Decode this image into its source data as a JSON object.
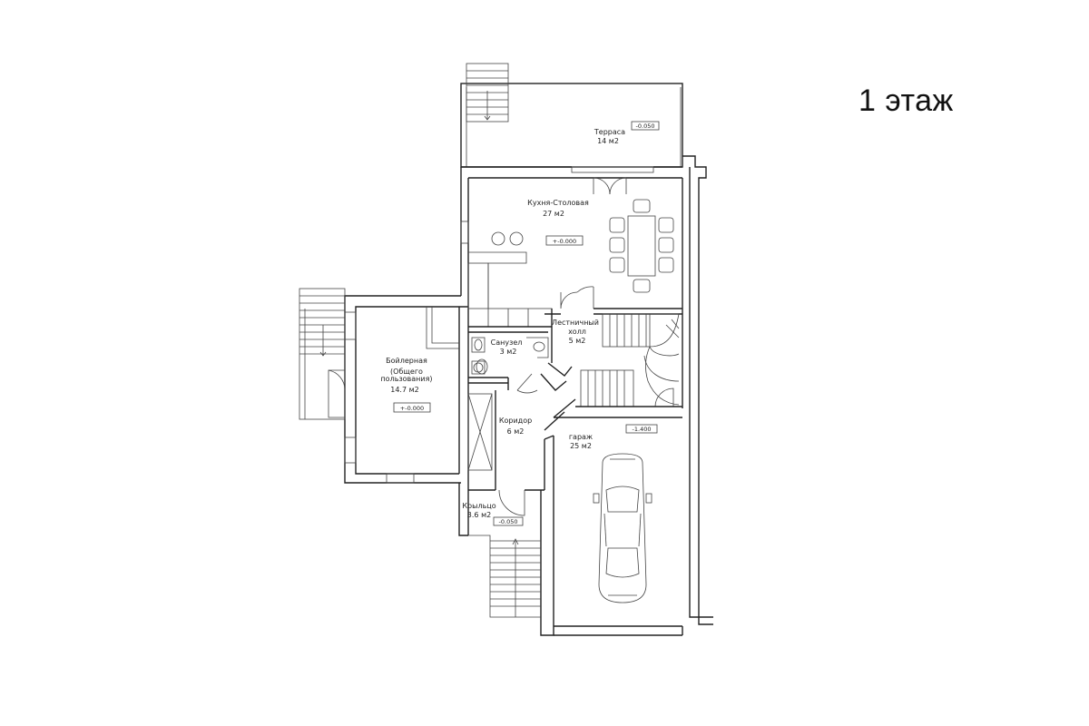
{
  "title": "1 этаж",
  "rooms": {
    "terrace": {
      "name": "Терраса",
      "area": "14 м2",
      "level": "-0.050"
    },
    "kitchen": {
      "name": "Кухня-Столовая",
      "area": "27 м2",
      "level": "+-0.000"
    },
    "stair_hall": {
      "name": "Лестничный",
      "name2": "холл",
      "area": "5 м2"
    },
    "bathroom": {
      "name": "Санузел",
      "area": "3 м2"
    },
    "boiler": {
      "name": "Бойлерная",
      "name2": "(Общего",
      "name3": "пользования)",
      "area": "14.7 м2",
      "level": "+-0.000"
    },
    "corridor": {
      "name": "Коридор",
      "area": "6 м2"
    },
    "garage": {
      "name": "гараж",
      "area": "25 м2",
      "level": "-1.400"
    },
    "porch": {
      "name": "Крыльцо",
      "area": "3.6 м2",
      "level": "-0.050"
    }
  }
}
